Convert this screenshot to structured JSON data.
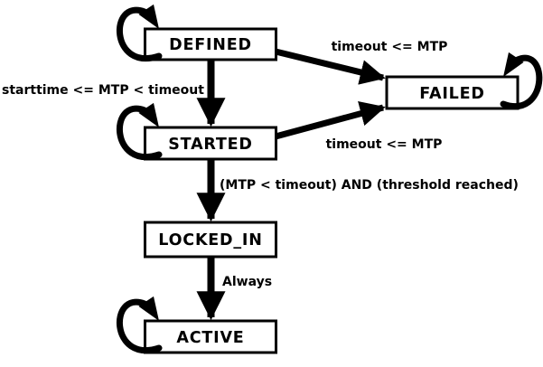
{
  "diagram": {
    "type": "state-machine",
    "colors": {
      "background": "#ffffff",
      "line": "#000000",
      "state_fill": "#ffffff",
      "text": "#000000"
    },
    "states": [
      {
        "id": "defined",
        "label": "DEFINED"
      },
      {
        "id": "started",
        "label": "STARTED"
      },
      {
        "id": "failed",
        "label": "FAILED"
      },
      {
        "id": "locked_in",
        "label": "LOCKED_IN"
      },
      {
        "id": "active",
        "label": "ACTIVE"
      }
    ],
    "transitions": [
      {
        "from": "defined",
        "to": "started",
        "label": "starttime <= MTP < timeout"
      },
      {
        "from": "defined",
        "to": "failed",
        "label": "timeout <= MTP"
      },
      {
        "from": "started",
        "to": "failed",
        "label": "timeout <= MTP"
      },
      {
        "from": "started",
        "to": "locked_in",
        "label": "(MTP < timeout) AND (threshold reached)"
      },
      {
        "from": "locked_in",
        "to": "active",
        "label": "Always"
      }
    ],
    "self_loops": [
      {
        "state": "defined"
      },
      {
        "state": "started"
      },
      {
        "state": "failed"
      },
      {
        "state": "active"
      }
    ]
  }
}
